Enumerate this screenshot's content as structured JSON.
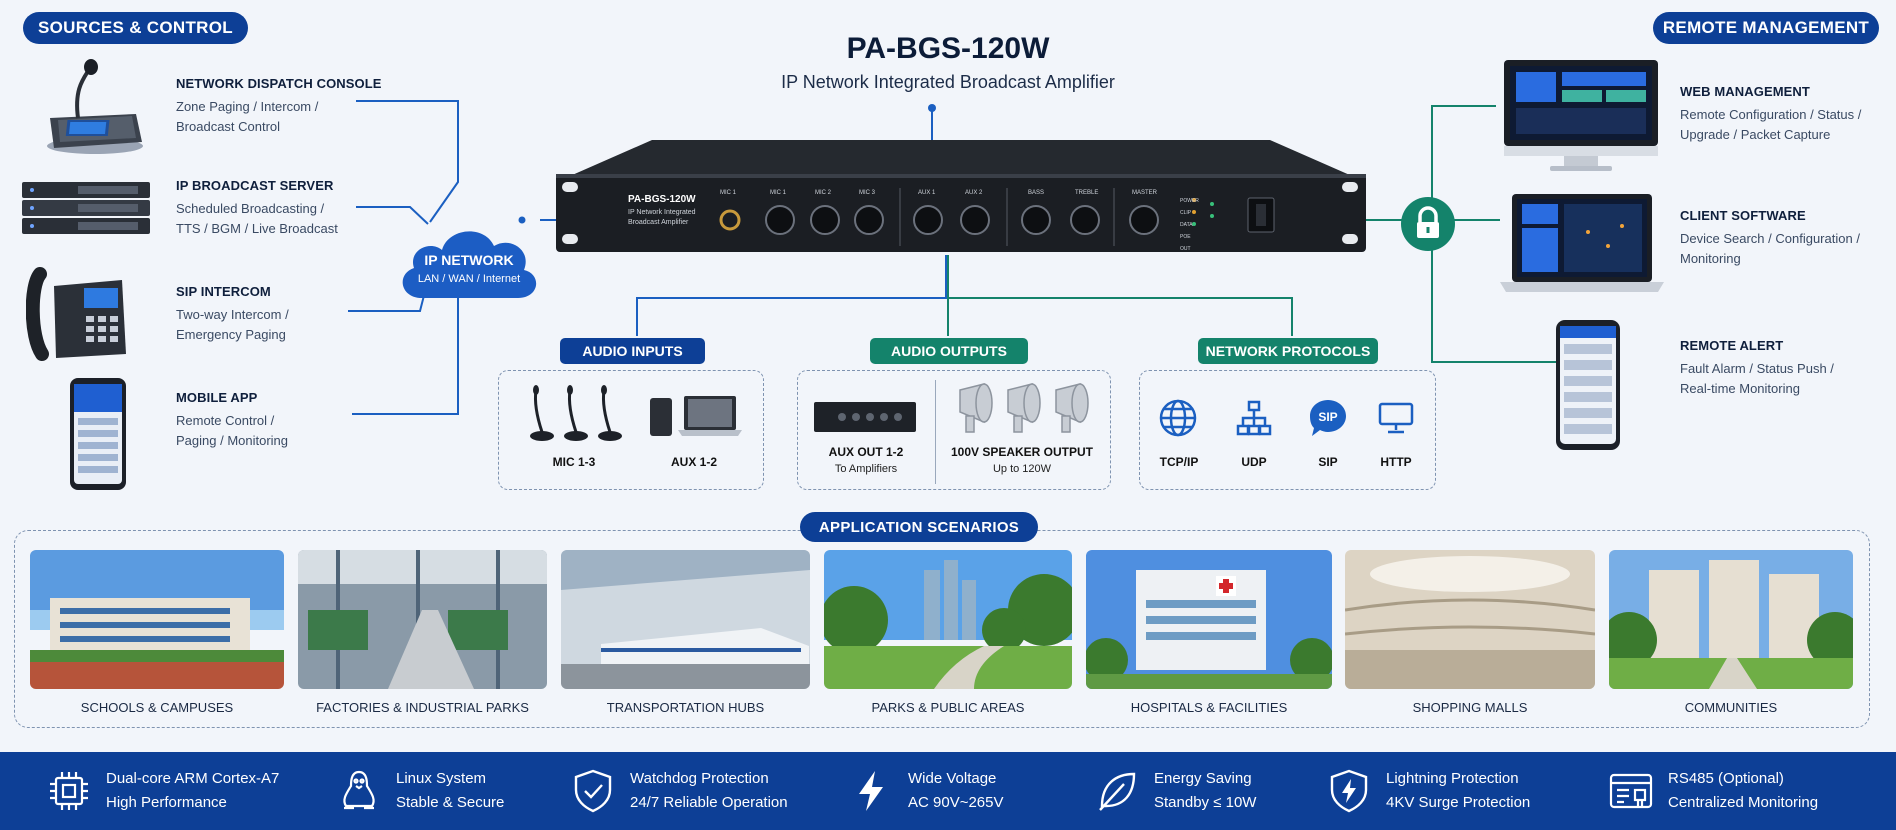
{
  "header": {
    "left_pill": "SOURCES & CONTROL",
    "right_pill": "REMOTE MANAGEMENT",
    "title": "PA-BGS-120W",
    "subtitle": "IP Network Integrated Broadcast Amplifier"
  },
  "sources": [
    {
      "title": "NETWORK DISPATCH CONSOLE",
      "line1": "Zone Paging / Intercom /",
      "line2": "Broadcast Control",
      "icon": "microphone-console-icon"
    },
    {
      "title": "IP BROADCAST SERVER",
      "line1": "Scheduled Broadcasting /",
      "line2": "TTS / BGM / Live Broadcast",
      "icon": "server-rack-icon"
    },
    {
      "title": "SIP INTERCOM",
      "line1": "Two-way Intercom /",
      "line2": "Emergency Paging",
      "icon": "ip-phone-icon"
    },
    {
      "title": "MOBILE APP",
      "line1": "Remote Control /",
      "line2": "Paging / Monitoring",
      "icon": "smartphone-icon"
    }
  ],
  "network_cloud": {
    "title": "IP NETWORK",
    "subtitle": "LAN / WAN / Internet"
  },
  "device": {
    "model": "PA-BGS-120W",
    "line1": "IP Network Integrated",
    "line2": "Broadcast Amplifier",
    "controls": [
      "MIC 1",
      "MIC 1",
      "MIC 2",
      "MIC 3",
      "AUX 1",
      "AUX 2",
      "BASS",
      "TREBLE",
      "MASTER"
    ],
    "indicators": [
      "POWER",
      "CLIP",
      "DATA",
      "POE",
      "OUT"
    ]
  },
  "management": [
    {
      "title": "WEB MANAGEMENT",
      "line1": "Remote Configuration / Status /",
      "line2": "Upgrade / Packet Capture",
      "icon": "desktop-monitor-icon"
    },
    {
      "title": "CLIENT SOFTWARE",
      "line1": "Device Search / Configuration /",
      "line2": "Monitoring",
      "icon": "laptop-icon"
    },
    {
      "title": "REMOTE ALERT",
      "line1": "Fault Alarm / Status Push /",
      "line2": "Real-time Monitoring",
      "icon": "smartphone-alert-icon"
    }
  ],
  "audio_inputs": {
    "label": "AUDIO INPUTS",
    "mic": "MIC 1-3",
    "aux": "AUX 1-2"
  },
  "audio_outputs": {
    "label": "AUDIO OUTPUTS",
    "aux_title": "AUX OUT 1-2",
    "aux_sub": "To Amplifiers",
    "spk_title": "100V SPEAKER OUTPUT",
    "spk_sub": "Up to 120W"
  },
  "protocols": {
    "label": "NETWORK PROTOCOLS",
    "items": [
      "TCP/IP",
      "UDP",
      "SIP",
      "HTTP"
    ]
  },
  "scenarios": {
    "label": "APPLICATION SCENARIOS",
    "items": [
      "SCHOOLS & CAMPUSES",
      "FACTORIES & INDUSTRIAL PARKS",
      "TRANSPORTATION HUBS",
      "PARKS & PUBLIC AREAS",
      "HOSPITALS & FACILITIES",
      "SHOPPING MALLS",
      "COMMUNITIES"
    ]
  },
  "features": [
    {
      "line1": "Dual-core ARM Cortex-A7",
      "line2": "High Performance",
      "icon": "cpu-chip-icon"
    },
    {
      "line1": "Linux System",
      "line2": "Stable & Secure",
      "icon": "linux-penguin-icon"
    },
    {
      "line1": "Watchdog Protection",
      "line2": "24/7 Reliable Operation",
      "icon": "shield-check-icon"
    },
    {
      "line1": "Wide Voltage",
      "line2": "AC 90V~265V",
      "icon": "lightning-bolt-icon"
    },
    {
      "line1": "Energy Saving",
      "line2": "Standby ≤ 10W",
      "icon": "leaf-icon"
    },
    {
      "line1": "Lightning Protection",
      "line2": "4KV Surge Protection",
      "icon": "shield-bolt-icon"
    },
    {
      "line1": "RS485 (Optional)",
      "line2": "Centralized Monitoring",
      "icon": "rs485-module-icon"
    }
  ],
  "colors": {
    "navy": "#0d3f96",
    "teal": "#14836b",
    "background": "#f2f5fa"
  }
}
